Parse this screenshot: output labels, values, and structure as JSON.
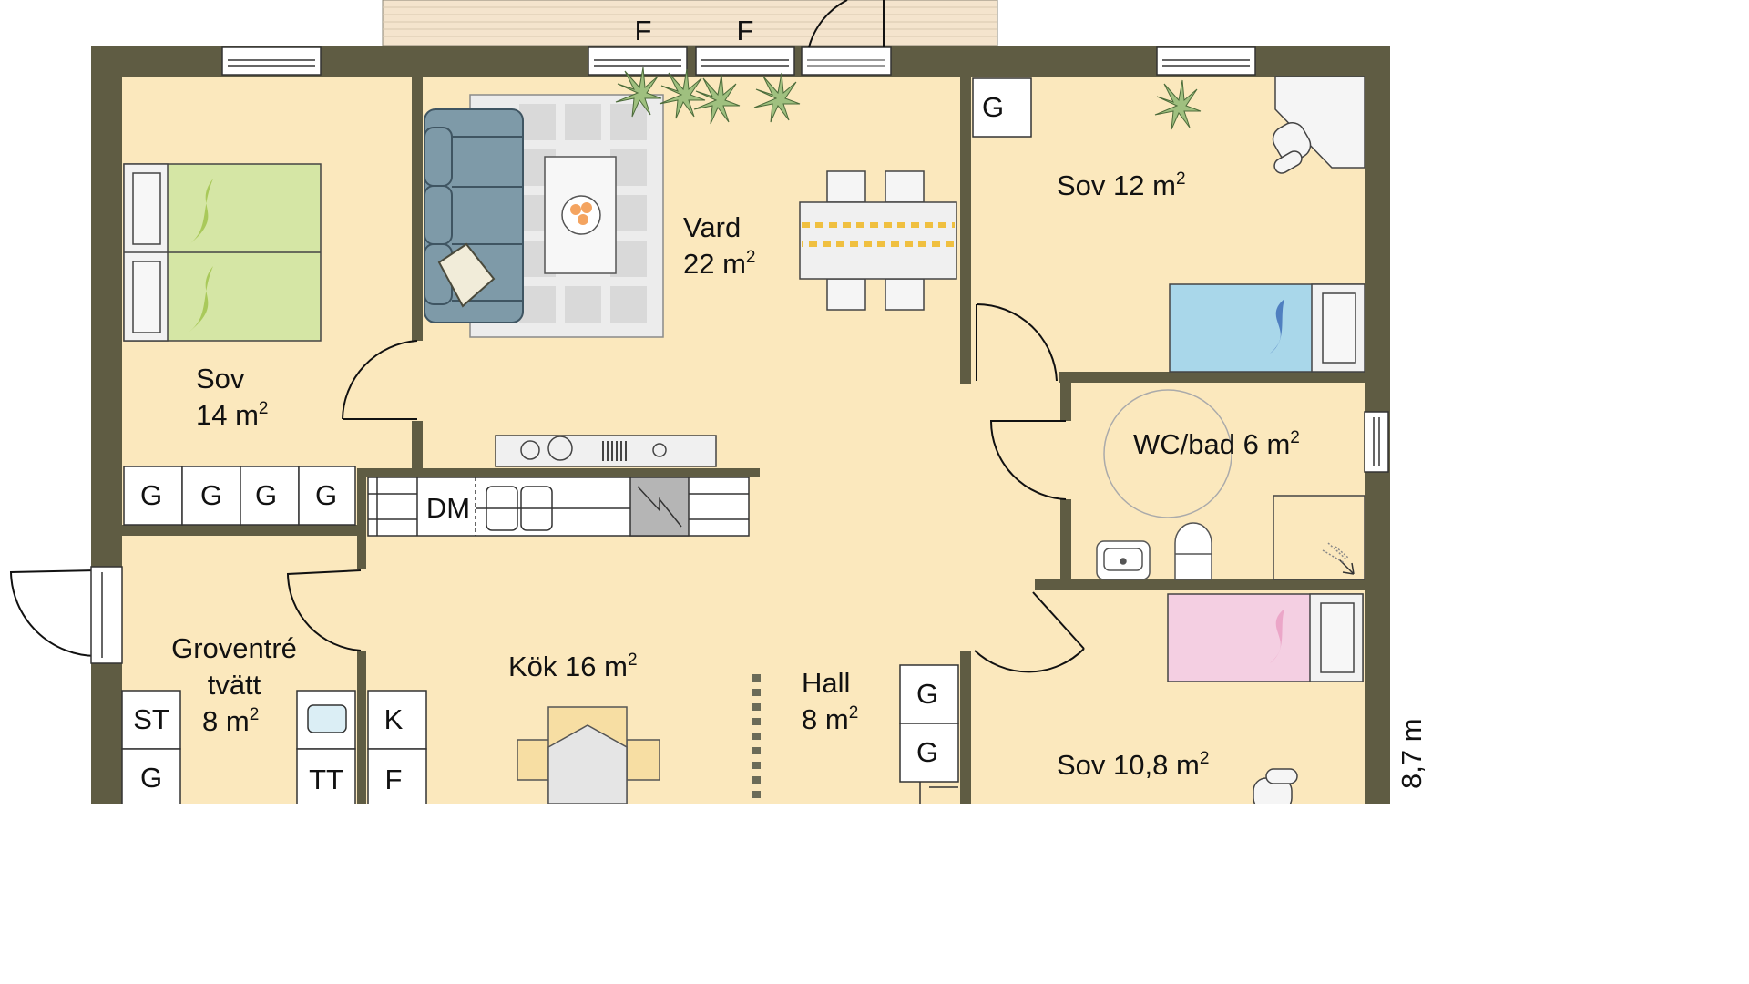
{
  "rooms": {
    "vard": {
      "name": "Vard",
      "area": "22 m",
      "sup": "2"
    },
    "sov14": {
      "name": "Sov",
      "area": "14 m",
      "sup": "2"
    },
    "sov12": {
      "name": "Sov 12 m",
      "sup": "2"
    },
    "wc": {
      "name": "WC/bad 6 m",
      "sup": "2"
    },
    "grov": {
      "line1": "Groventré",
      "line2": "tvätt",
      "area": "8 m",
      "sup": "2"
    },
    "kok": {
      "name": "Kök 16 m",
      "sup": "2"
    },
    "hall": {
      "name": "Hall",
      "area": "8 m",
      "sup": "2"
    },
    "sov108": {
      "name": "Sov 10,8 m",
      "sup": "2"
    }
  },
  "appliances": {
    "dm": "DM",
    "st": "ST",
    "tt": "TT",
    "k": "K",
    "f": "F",
    "g": "G"
  },
  "window_labels": [
    "F",
    "F"
  ],
  "dimension": "8,7 m",
  "colors": {
    "floor": "#fbe8bd",
    "wall": "#5f5c43",
    "sofa": "#7e9aa8",
    "bed_green": "#d5e6a5",
    "bed_blue": "#a9d7ea",
    "bed_pink": "#f4cfe2",
    "deck": "#f4e4cd"
  }
}
